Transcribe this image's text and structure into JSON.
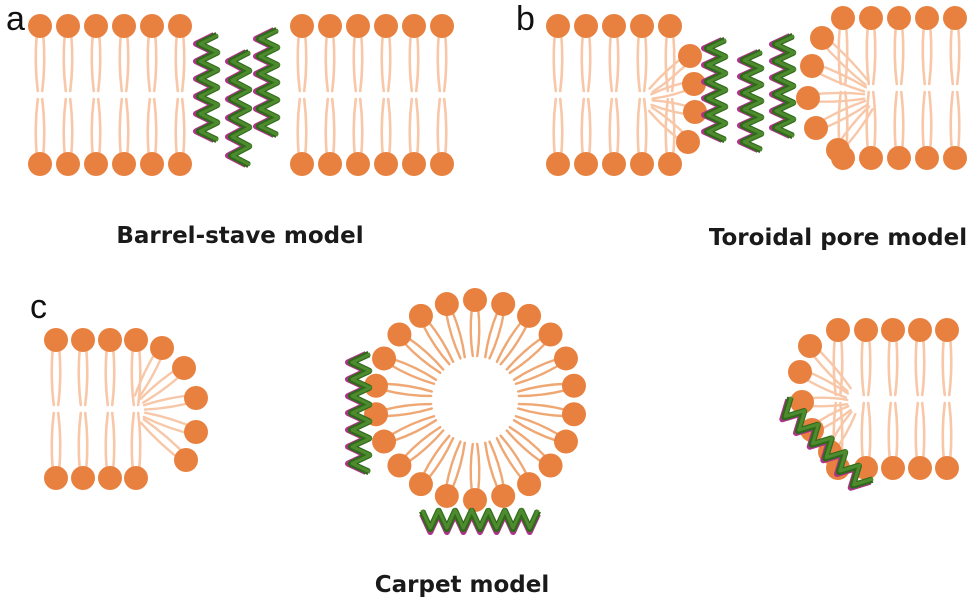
{
  "panels": [
    {
      "letter": "a",
      "label": "Barrel-stave model"
    },
    {
      "letter": "b",
      "label": "Toroidal pore model"
    },
    {
      "letter": "c",
      "label": "Carpet model"
    }
  ],
  "colors": {
    "lipid_head": "#E8813F",
    "lipid_tail": "#F7C7A8",
    "lipid_tail_dark": "#EFA774",
    "helix_green": "#4E8A2E",
    "helix_green_dark": "#2F6A1B",
    "helix_magenta": "#B0338B",
    "text": "#1a1a1a"
  },
  "icons": [
    "lipid-head-icon",
    "lipid-tail-icon",
    "alpha-helix-peptide-icon"
  ]
}
